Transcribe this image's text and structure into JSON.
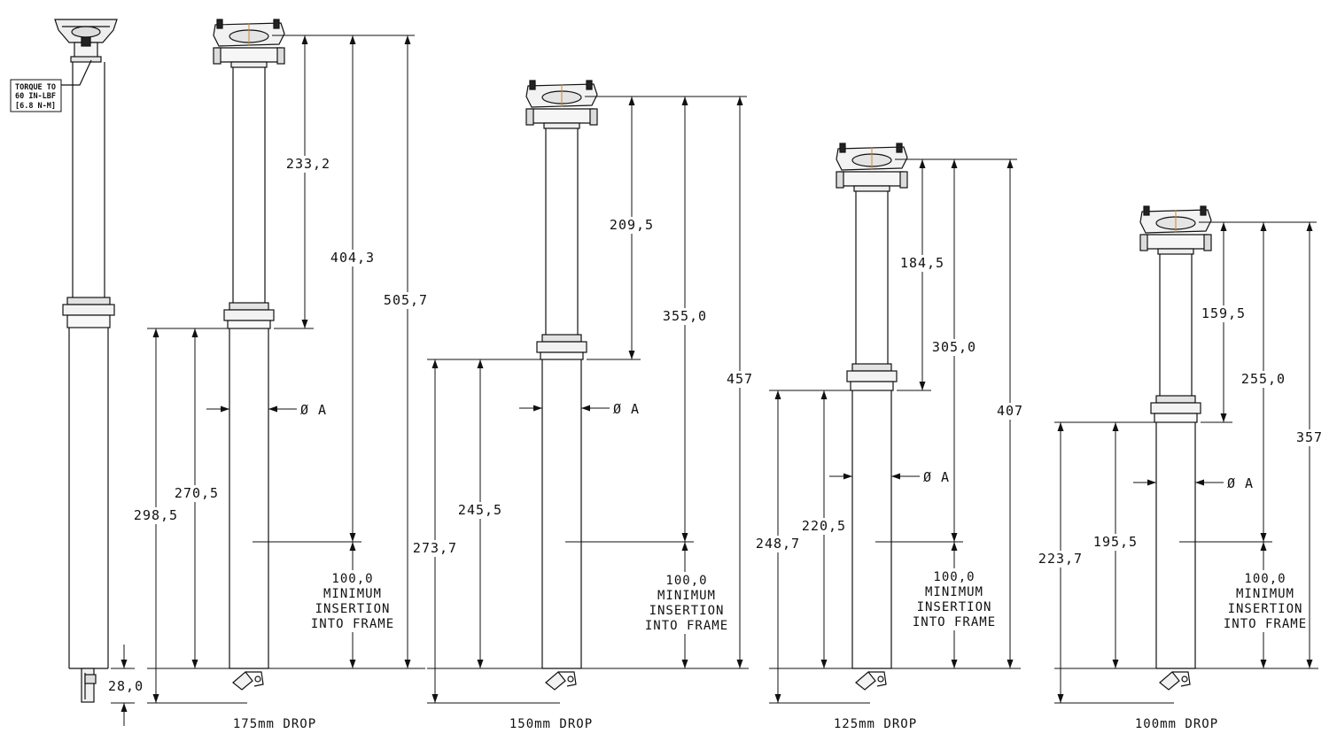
{
  "torque_note": {
    "lines": [
      "TORQUE TO",
      "60 IN-LBF",
      "[6.8 N-M]"
    ]
  },
  "frame_note": {
    "lines": [
      "MINIMUM",
      "INSERTION",
      "INTO FRAME"
    ]
  },
  "base_note": "28,0",
  "diameter_label": "Ø A",
  "posts": [
    {
      "drop_label": "175mm DROP",
      "travel": "233,2",
      "extended_length": "404,3",
      "overall_length": "505,7",
      "lower_length": "270,5",
      "collar_to_bottom": "298,5",
      "min_insertion": "100,0"
    },
    {
      "drop_label": "150mm DROP",
      "travel": "209,5",
      "extended_length": "355,0",
      "overall_length": "457",
      "lower_length": "245,5",
      "collar_to_bottom": "273,7",
      "min_insertion": "100,0"
    },
    {
      "drop_label": "125mm DROP",
      "travel": "184,5",
      "extended_length": "305,0",
      "overall_length": "407",
      "lower_length": "220,5",
      "collar_to_bottom": "248,7",
      "min_insertion": "100,0"
    },
    {
      "drop_label": "100mm DROP",
      "travel": "159,5",
      "extended_length": "255,0",
      "overall_length": "357",
      "lower_length": "195,5",
      "collar_to_bottom": "223,7",
      "min_insertion": "100,0"
    }
  ]
}
